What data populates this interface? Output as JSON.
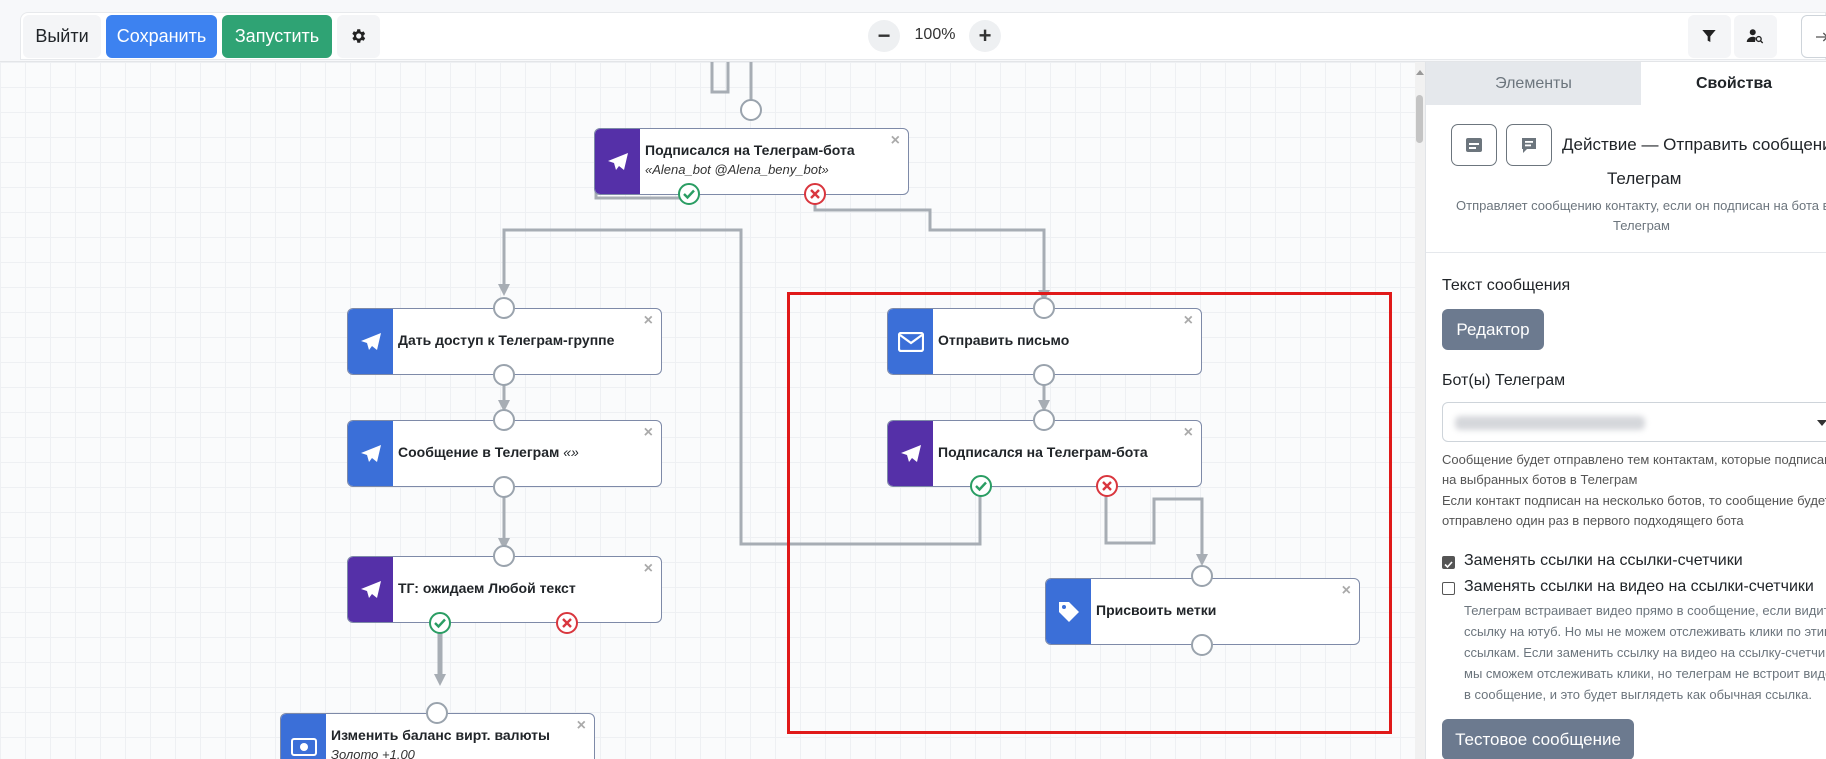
{
  "toolbar": {
    "exit_label": "Выйти",
    "save_label": "Сохранить",
    "run_label": "Запустить",
    "zoom": "100%",
    "zoom_out": "−",
    "zoom_in": "+"
  },
  "nodes": {
    "sub_top": {
      "title": "Подписался на Телеграм-бота",
      "subtitle": "«Alena_bot @Alena_beny_bot»"
    },
    "access": {
      "title": "Дать доступ к Телеграм-группе"
    },
    "msg": {
      "title": "Сообщение в Телеграм",
      "subtitle": "«»"
    },
    "wait": {
      "title": "ТГ: ожидаем Любой текст"
    },
    "balance": {
      "title": "Изменить баланс вирт. валюты",
      "subtitle": "Золото +1.00"
    },
    "letter": {
      "title": "Отправить письмо"
    },
    "sub_mid": {
      "title": "Подписался на Телеграм-бота"
    },
    "tags": {
      "title": "Присвоить метки"
    },
    "close": "×"
  },
  "panel": {
    "tab_elements": "Элементы",
    "tab_properties": "Свойства",
    "action_title_1": "Действие — Отправить сообщение в",
    "action_title_2": "Телеграм",
    "desc_1": "Отправляет сообщению контакту, если он подписан на бота в",
    "desc_2": "Телеграм",
    "text_label": "Текст сообщения",
    "editor_btn": "Редактор",
    "bots_label": "Бот(ы) Телеграм",
    "hint_1": "Сообщение будет отправлено тем контактам, которые подписаны",
    "hint_2": "на выбранных ботов в Телеграм",
    "hint_3": "Если контакт подписан на несколько ботов, то сообщение будет",
    "hint_4": "отправлено один раз в первого подходящего бота",
    "chk1": "Заменять ссылки на ссылки-счетчики",
    "chk2": "Заменять ссылки на видео на ссылки-счетчики",
    "v1": "Телеграм встраивает видео прямо в сообщение, если видит",
    "v2": "ссылку на ютуб. Но мы не можем отслеживать клики по этим",
    "v3": "ссылкам. Если заменить ссылку на видео на ссылку-счетчик, то",
    "v4": "мы сможем отслеживать клики, но телеграм не встроит видео",
    "v5": "в сообщение, и это будет выглядеть как обычная ссылка.",
    "test_btn": "Тестовое сообщение"
  }
}
